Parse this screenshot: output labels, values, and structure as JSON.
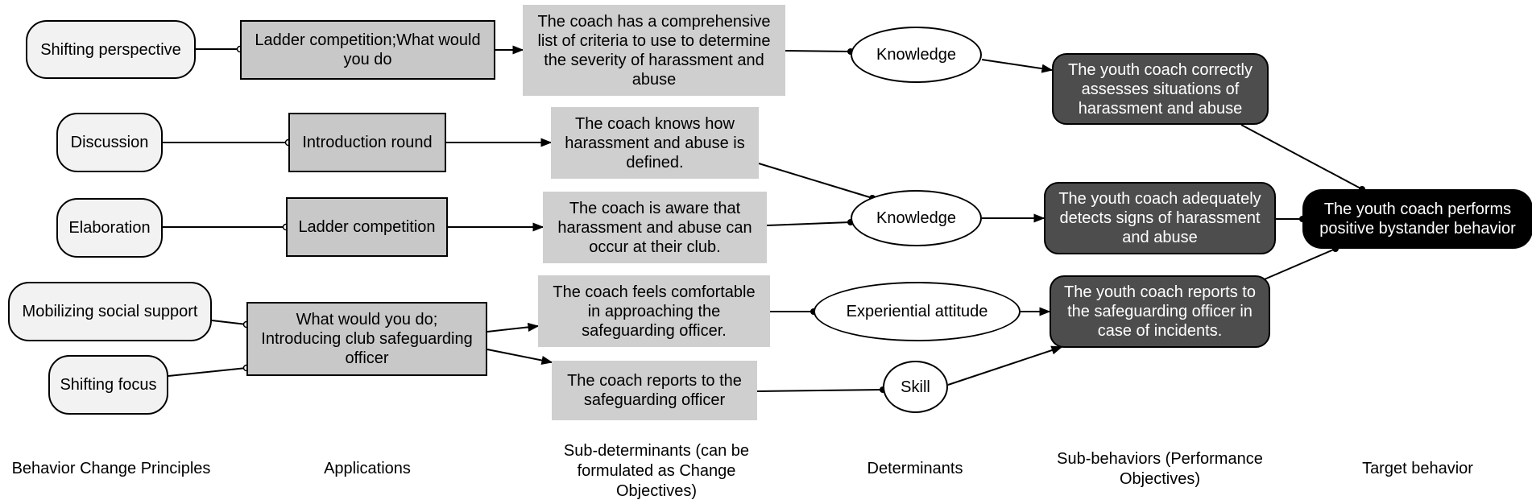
{
  "principles": [
    "Shifting perspective",
    "Discussion",
    "Elaboration",
    "Mobilizing social support",
    "Shifting focus"
  ],
  "applications": [
    "Ladder competition;What would you do",
    "Introduction round",
    "Ladder competition",
    "What would you do; Introducing club safeguarding officer"
  ],
  "sub_determinants": [
    "The coach has a comprehensive list of criteria to use to determine the severity of harassment and abuse",
    "The coach knows how harassment and abuse is defined.",
    "The coach is aware that harassment and abuse can occur at their club.",
    "The coach feels comfortable in approaching the safeguarding officer.",
    "The coach reports to the safeguarding officer"
  ],
  "determinants": [
    "Knowledge",
    "Knowledge",
    "Experiential attitude",
    "Skill"
  ],
  "sub_behaviors": [
    "The youth coach correctly assesses situations of harassment and abuse",
    "The youth coach adequately detects signs of harassment and abuse",
    "The youth coach reports to the safeguarding officer in case of incidents."
  ],
  "target_behavior": "The youth coach performs positive bystander behavior",
  "column_labels": {
    "principles": "Behavior Change Principles",
    "applications": "Applications",
    "sub_determinants": "Sub-determinants (can be formulated as Change Objectives)",
    "determinants": "Determinants",
    "sub_behaviors": "Sub-behaviors (Performance Objectives)",
    "target": "Target behavior"
  }
}
